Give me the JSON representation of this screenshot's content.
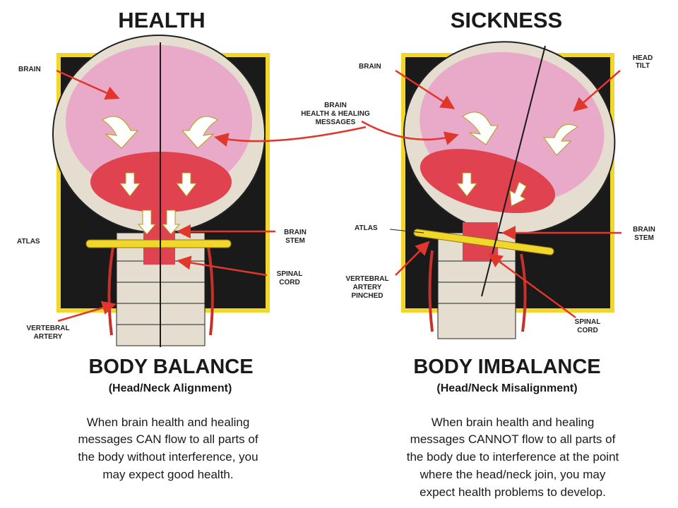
{
  "colors": {
    "brain": "#e9a9c8",
    "cerebellum": "#e04250",
    "bone": "#e4ddd0",
    "frame": "#f2d629",
    "background": "#1a1a1a",
    "label_arrow": "#e0362c"
  },
  "health": {
    "title": "HEALTH",
    "labels": {
      "brain": "BRAIN",
      "atlas": "ATLAS",
      "brain_stem": [
        "BRAIN",
        "STEM"
      ],
      "spinal_cord": [
        "SPINAL",
        "CORD"
      ],
      "vertebral_artery": [
        "VERTEBRAL",
        "ARTERY"
      ]
    },
    "heading": "BODY BALANCE",
    "subheading": "(Head/Neck Alignment)",
    "description": [
      "When brain health and healing",
      "messages CAN flow to all parts of",
      "the body without interference, you",
      "may expect good health."
    ]
  },
  "center_label": [
    "BRAIN",
    "HEALTH & HEALING",
    "MESSAGES"
  ],
  "sickness": {
    "title": "SICKNESS",
    "labels": {
      "brain": "BRAIN",
      "head_tilt": [
        "HEAD",
        "TILT"
      ],
      "atlas": "ATLAS",
      "brain_stem": [
        "BRAIN",
        "STEM"
      ],
      "vertebral_artery": [
        "VERTEBRAL",
        "ARTERY",
        "PINCHED"
      ],
      "spinal_cord": [
        "SPINAL",
        "CORD"
      ]
    },
    "heading": "BODY IMBALANCE",
    "subheading": "(Head/Neck Misalignment)",
    "description": [
      "When brain health and healing",
      "messages CANNOT flow to all parts of",
      "the body due to interference at the point",
      "where the head/neck join, you may",
      "expect health problems to develop."
    ]
  }
}
